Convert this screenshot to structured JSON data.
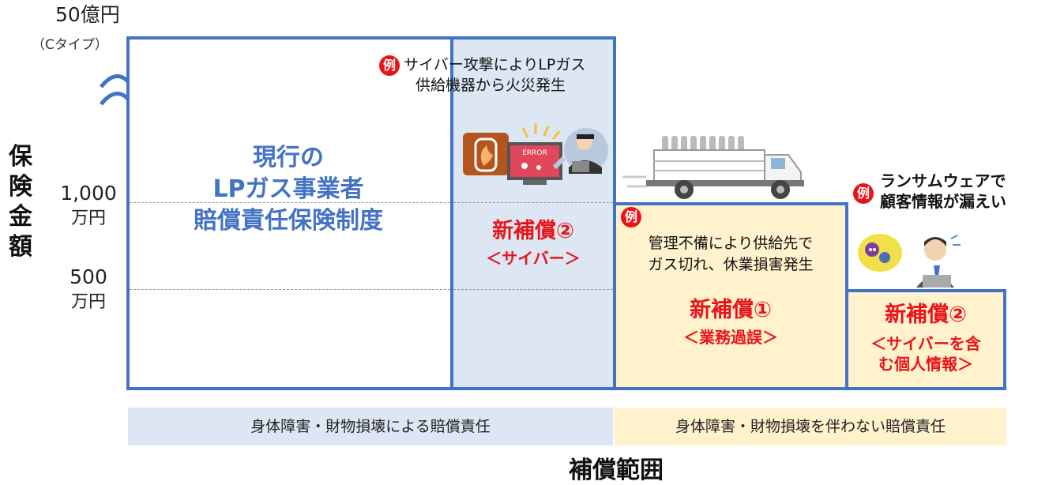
{
  "y_axis": {
    "title_chars": [
      "保",
      "険",
      "金",
      "額"
    ],
    "top_value": "50億円",
    "top_sub": "（Cタイプ）",
    "tick_1000_a": "1,000",
    "tick_1000_b": "万円",
    "tick_500_a": "500",
    "tick_500_b": "万円",
    "break_symbol": "≈"
  },
  "current_system": {
    "line1": "現行の",
    "line2": "LPガス事業者",
    "line3": "賠償責任保険制度"
  },
  "cyber_box": {
    "title": "新補償②",
    "subtitle": "＜サイバー＞"
  },
  "example_1": {
    "badge": "例",
    "line1": "サイバー攻撃によりLPガス",
    "line2": "供給機器から火災発生",
    "illustration_text": "ERROR"
  },
  "business_box": {
    "badge": "例",
    "example_line1": "管理不備により供給先で",
    "example_line2": "ガス切れ、休業損害発生",
    "title": "新補償①",
    "subtitle": "＜業務過誤＞"
  },
  "privacy_box": {
    "title": "新補償②",
    "subtitle_line1": "＜サイバーを含",
    "subtitle_line2": "む個人情報＞"
  },
  "example_3": {
    "badge": "例",
    "line1": "ランサムウェアで",
    "line2": "顧客情報が漏えい"
  },
  "bands": {
    "left": "身体障害・財物損壊による賠償責任",
    "right": "身体障害・財物損壊を伴わない賠償責任"
  },
  "x_axis_title": "補償範囲",
  "colors": {
    "blue": "#4472c4",
    "red": "#e8141a",
    "light_blue": "#dde7f3",
    "light_yellow": "#fff2cc"
  }
}
